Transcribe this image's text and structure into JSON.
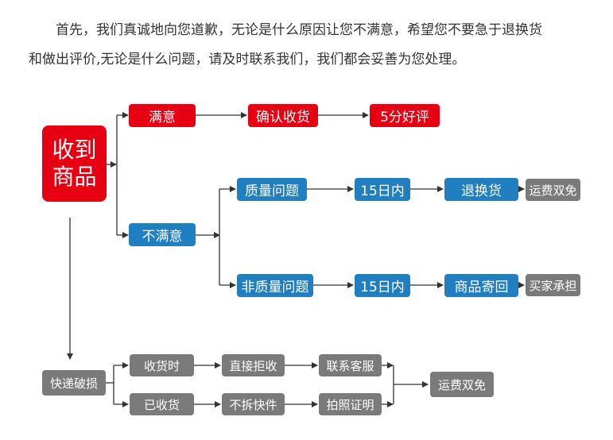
{
  "intro": {
    "line1": "首先，我们真诚地向您道歉，无论是什么原因让您不满意，希望您不要急于退换货",
    "line2": "和做出评价,无论是什么问题，请及时联系我们，我们都会妥善为您处理。"
  },
  "flow": {
    "start": {
      "line1": "收到",
      "line2": "商品"
    },
    "satisfied": {
      "label": "满意",
      "step1": "确认收货",
      "step2": "5分好评"
    },
    "unsatisfied": {
      "label": "不满意",
      "quality": {
        "label": "质量问题",
        "days": "15日内",
        "action": "退换货",
        "note": "运费双免"
      },
      "nonquality": {
        "label": "非质量问题",
        "days": "15日内",
        "action": "商品寄回",
        "note": "买家承担"
      }
    },
    "damage": {
      "label": "快递破损",
      "row1": {
        "when": "收货时",
        "step": "直接拒收",
        "contact": "联系客服"
      },
      "row2": {
        "when": "已收货",
        "step": "不拆快件",
        "contact": "拍照证明"
      },
      "result": "运费双免"
    }
  },
  "colors": {
    "red": "#e60012",
    "blue": "#1f7fc1",
    "gray": "#7a7a7a",
    "line": "#333333"
  }
}
